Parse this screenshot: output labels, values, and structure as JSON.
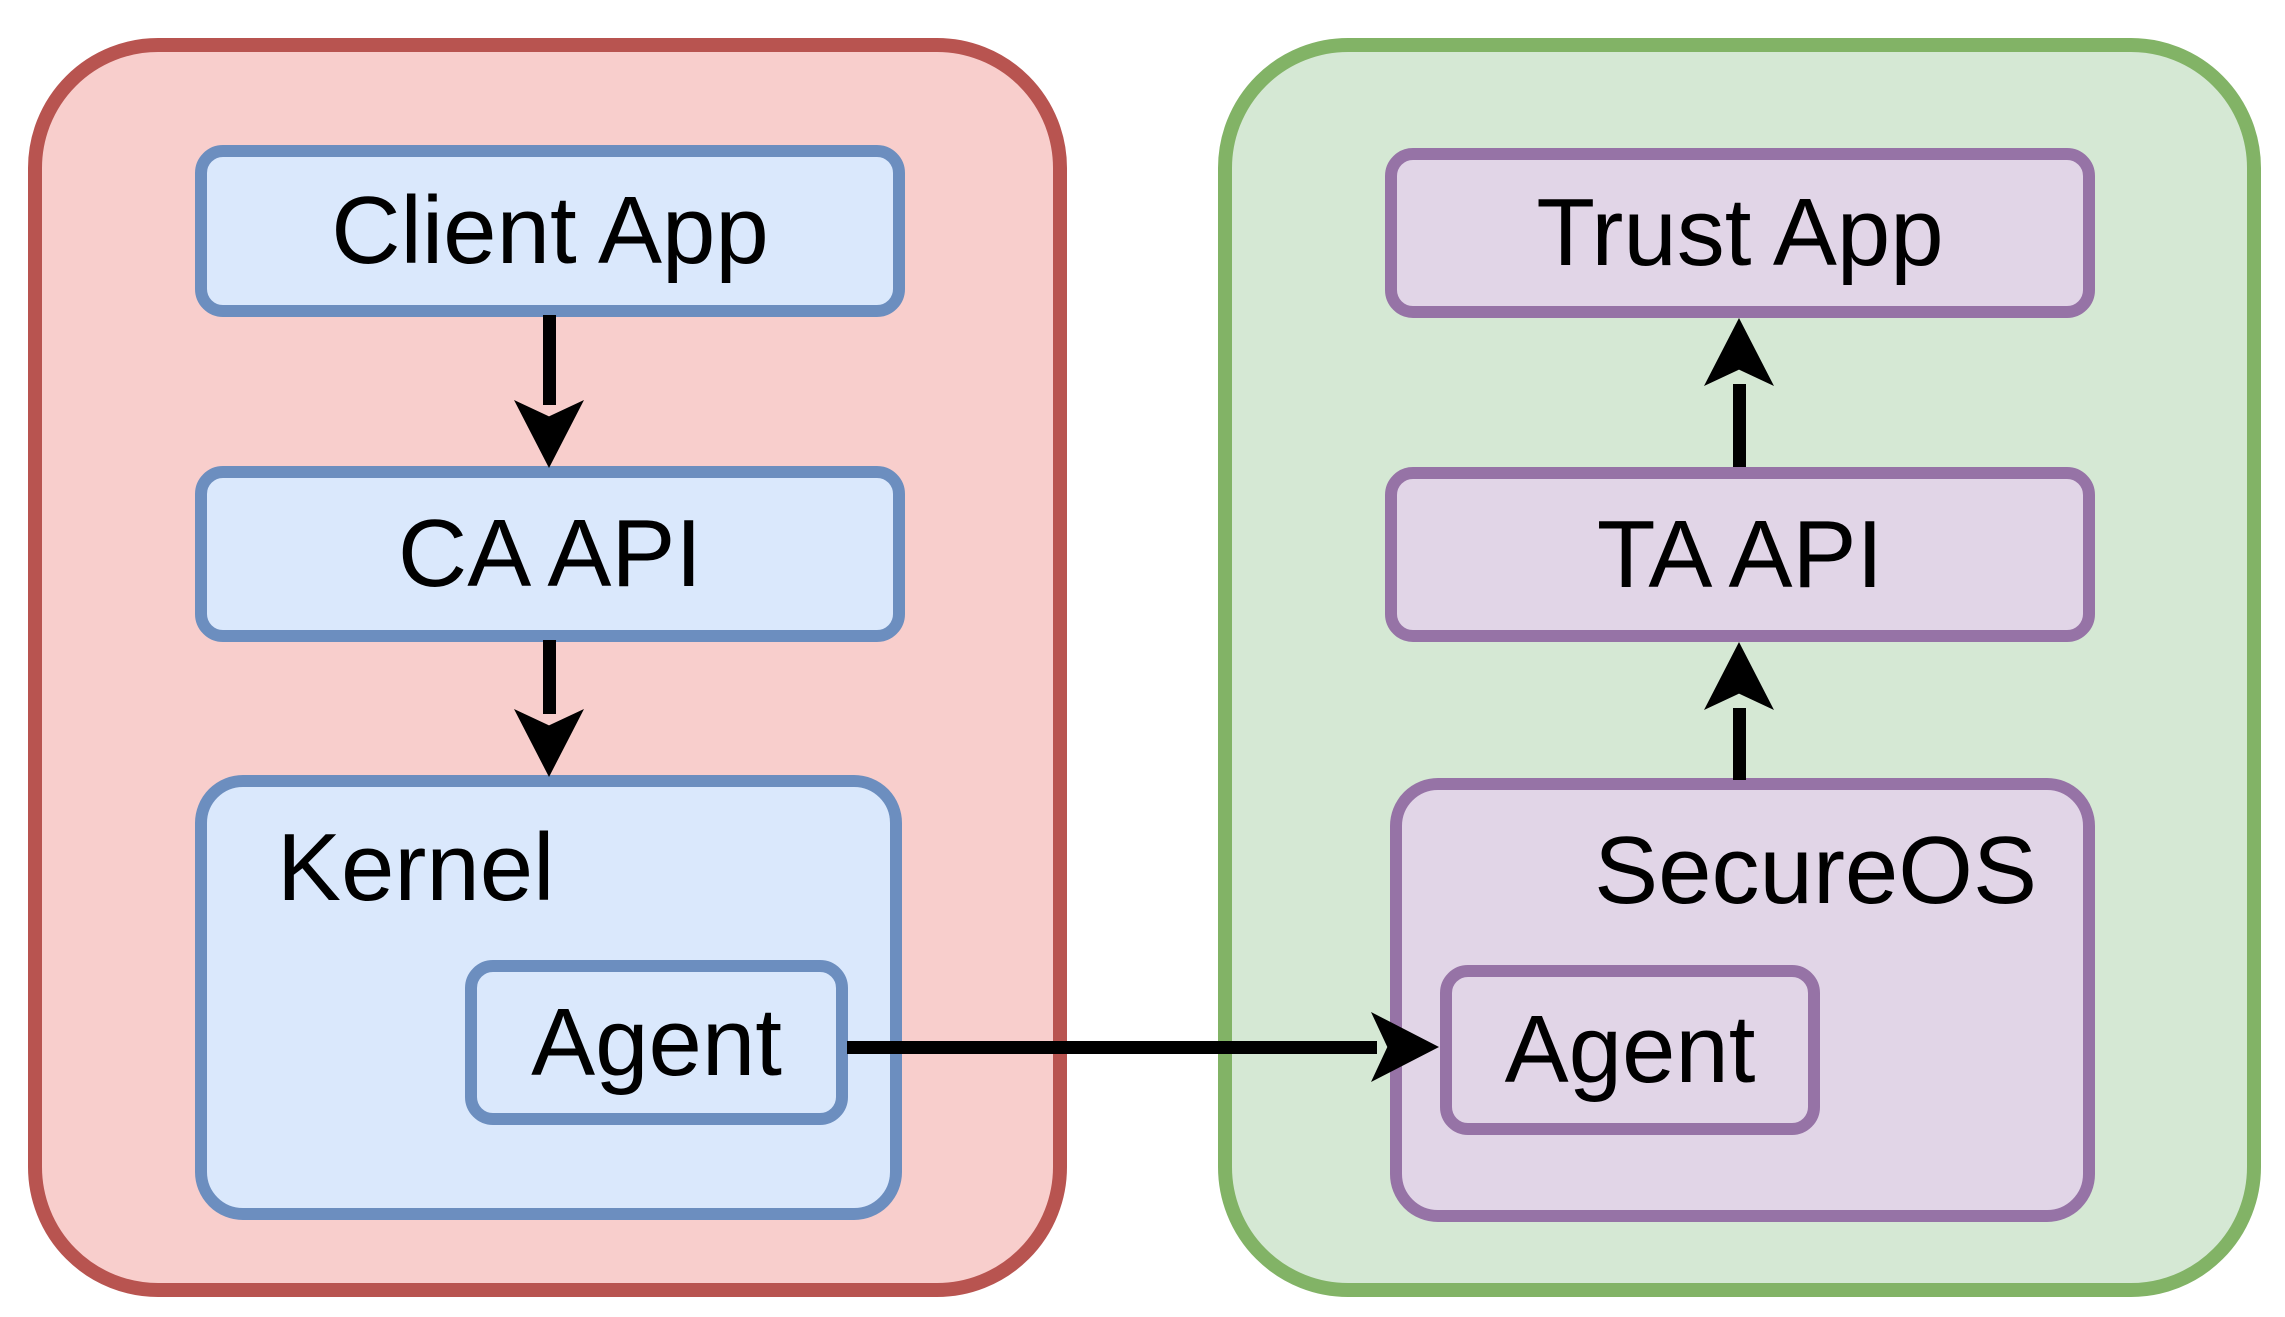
{
  "diagram": {
    "normal_world": {
      "client_app": "Client App",
      "ca_api": "CA API",
      "kernel": "Kernel",
      "agent": "Agent"
    },
    "secure_world": {
      "trust_app": "Trust App",
      "ta_api": "TA API",
      "secure_os": "SecureOS",
      "agent": "Agent"
    },
    "connections": [
      {
        "from": "Client App",
        "to": "CA API",
        "direction": "down"
      },
      {
        "from": "CA API",
        "to": "Kernel",
        "direction": "down"
      },
      {
        "from": "Kernel Agent",
        "to": "SecureOS Agent",
        "direction": "right"
      },
      {
        "from": "SecureOS",
        "to": "TA API",
        "direction": "up"
      },
      {
        "from": "TA API",
        "to": "Trust App",
        "direction": "up"
      }
    ]
  },
  "theme": {
    "canvas-bg": "#ffffff",
    "text-color": "#000000",
    "arrow-color": "#000000",
    "ree-fill": "#f8cecc",
    "ree-stroke": "#b85450",
    "ree-box-fill": "#dae8fc",
    "ree-box-stroke": "#6c8ebf",
    "tee-fill": "#d5e8d4",
    "tee-stroke": "#82b366",
    "tee-box-fill": "#e1d5e7",
    "tee-box-stroke": "#9673a6"
  }
}
